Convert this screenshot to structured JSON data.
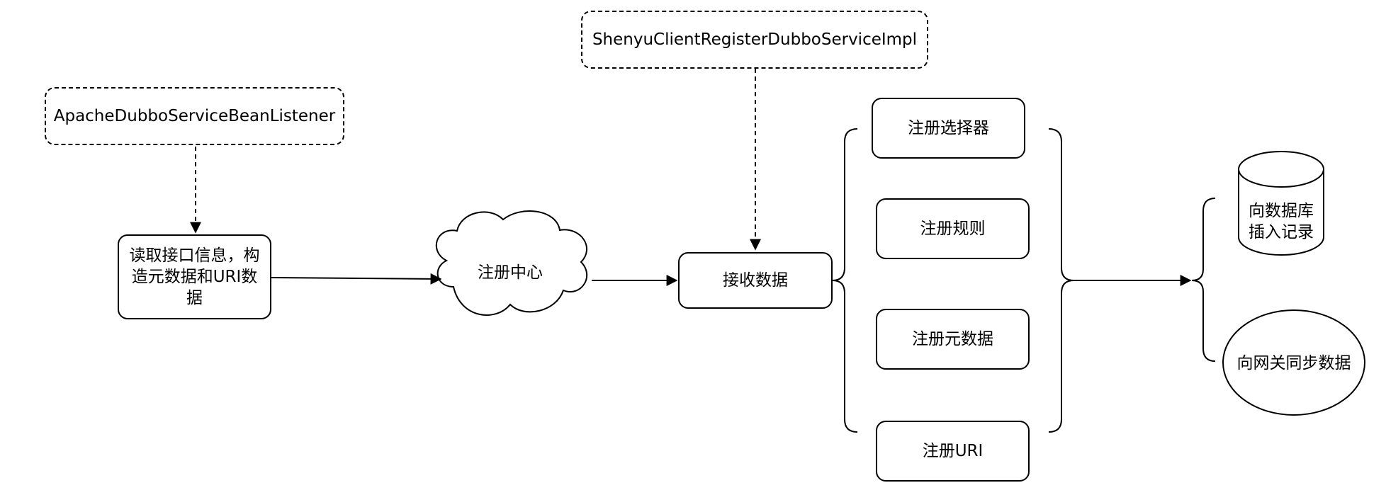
{
  "nodes": {
    "listener": "ApacheDubboServiceBeanListener",
    "read": "读取接口信息，构造元数据和URI数据",
    "registry": "注册中心",
    "impl": "ShenyuClientRegisterDubboServiceImpl",
    "receive": "接收数据",
    "selector": "注册选择器",
    "rule": "注册规则",
    "metadata": "注册元数据",
    "uri": "注册URI",
    "database": "向数据库插入记录",
    "gateway": "向网关同步数据"
  }
}
